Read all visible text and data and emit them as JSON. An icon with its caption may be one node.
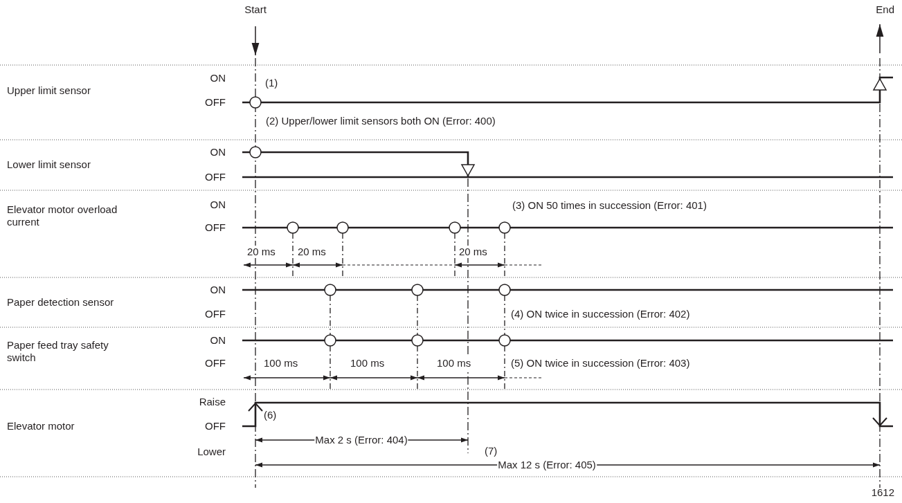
{
  "diagram": {
    "labels": [
      "Start",
      "End",
      "Upper limit sensor",
      "ON",
      "OFF",
      "(1)",
      "(2) Upper/lower limit sensors both ON (Error: 400)",
      "Lower limit sensor",
      "ON",
      "OFF",
      "Elevator motor overload current",
      "ON",
      "OFF",
      "(3) ON 50 times in succession (Error: 401)",
      "20 ms",
      "20 ms",
      "20 ms",
      "Paper detection sensor",
      "ON",
      "OFF",
      "(4) ON twice in succession (Error: 402)",
      "Paper feed tray safety switch",
      "ON",
      "OFF",
      "100 ms",
      "100 ms",
      "100 ms",
      "(5) ON twice in succession (Error: 403)",
      "Elevator motor",
      "Raise",
      "OFF",
      "Lower",
      "(6)",
      "Max 2 s (Error: 404)",
      "(7)",
      "Max 12 s (Error: 405)",
      "1612"
    ]
  }
}
